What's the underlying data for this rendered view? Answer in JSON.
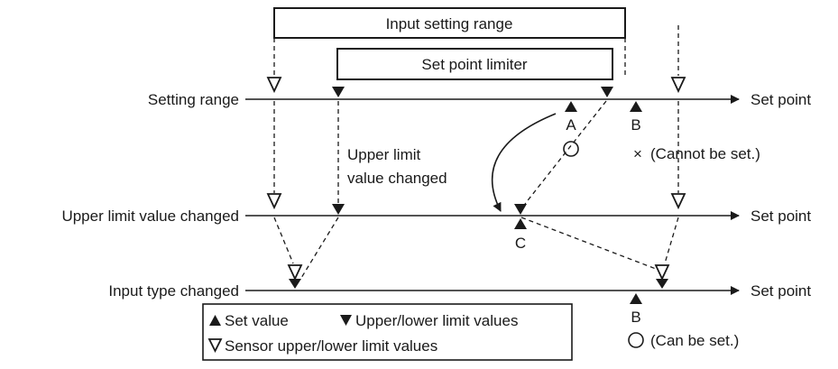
{
  "boxes": {
    "input_setting_range": "Input setting range",
    "set_point_limiter": "Set point limiter"
  },
  "rows": {
    "setting_range": "Setting range",
    "upper_limit_changed": "Upper limit value changed",
    "input_type_changed": "Input type changed",
    "axis_label": "Set point"
  },
  "annotations": {
    "upper_limit_line1": "Upper limit",
    "upper_limit_line2": "value changed",
    "point_a": "A",
    "point_b": "B",
    "point_c": "C",
    "cannot_be_set": "(Cannot be set.)",
    "can_be_set": "(Can be set.)"
  },
  "legend": {
    "set_value": "Set value",
    "limit_values": "Upper/lower limit values",
    "sensor_limit_values": "Sensor upper/lower limit values"
  }
}
